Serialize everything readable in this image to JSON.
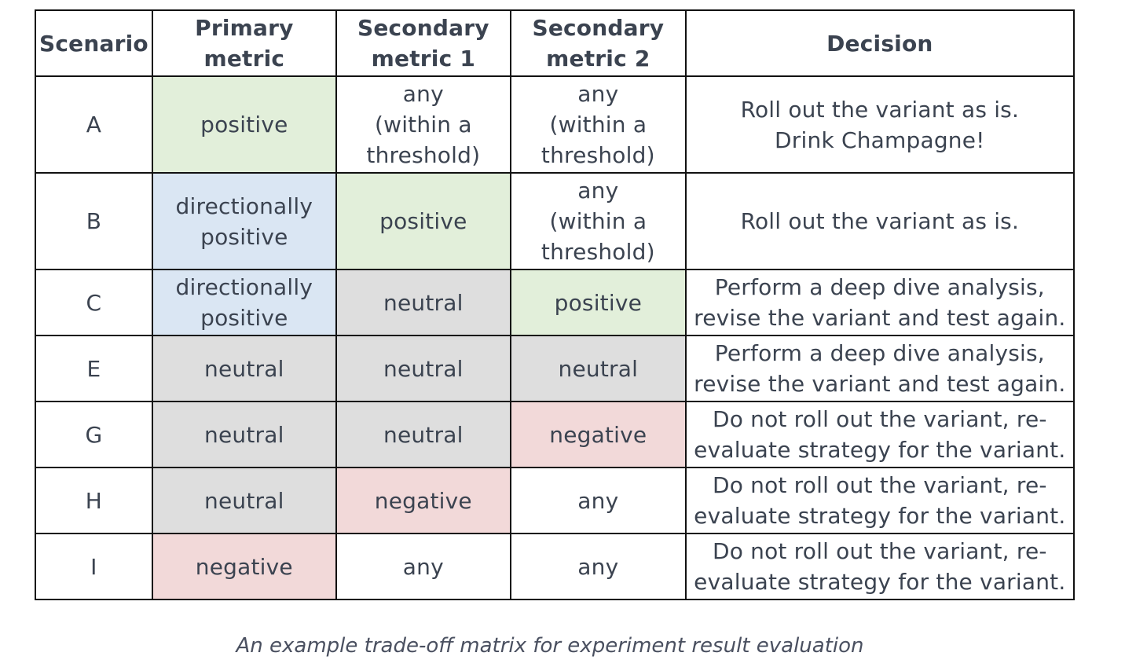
{
  "colors": {
    "positive": "#e2efda",
    "directionally_positive": "#dae6f3",
    "neutral": "#dedede",
    "negative": "#f2d9d9",
    "none": "#ffffff"
  },
  "table": {
    "headers": [
      "Scenario",
      "Primary metric",
      "Secondary\nmetric 1",
      "Secondary\nmetric 2",
      "Decision"
    ],
    "rows": [
      {
        "scenario": "A",
        "primary": {
          "text": "positive",
          "tone": "positive"
        },
        "secondary1": {
          "text": "any\n(within a\nthreshold)",
          "tone": "none"
        },
        "secondary2": {
          "text": "any\n(within a\nthreshold)",
          "tone": "none"
        },
        "decision": "Roll out the variant as is.\nDrink Champagne!"
      },
      {
        "scenario": "B",
        "primary": {
          "text": "directionally\npositive",
          "tone": "directionally_positive"
        },
        "secondary1": {
          "text": "positive",
          "tone": "positive"
        },
        "secondary2": {
          "text": "any\n(within a\nthreshold)",
          "tone": "none"
        },
        "decision": "Roll out the variant as is."
      },
      {
        "scenario": "C",
        "primary": {
          "text": "directionally\npositive",
          "tone": "directionally_positive"
        },
        "secondary1": {
          "text": "neutral",
          "tone": "neutral"
        },
        "secondary2": {
          "text": "positive",
          "tone": "positive"
        },
        "decision": "Perform a deep dive analysis,\nrevise the variant and test again."
      },
      {
        "scenario": "E",
        "primary": {
          "text": "neutral",
          "tone": "neutral"
        },
        "secondary1": {
          "text": "neutral",
          "tone": "neutral"
        },
        "secondary2": {
          "text": "neutral",
          "tone": "neutral"
        },
        "decision": "Perform a deep dive analysis,\nrevise the variant and test again."
      },
      {
        "scenario": "G",
        "primary": {
          "text": "neutral",
          "tone": "neutral"
        },
        "secondary1": {
          "text": "neutral",
          "tone": "neutral"
        },
        "secondary2": {
          "text": "negative",
          "tone": "negative"
        },
        "decision": "Do not roll out the variant, re-\nevaluate strategy for the variant."
      },
      {
        "scenario": "H",
        "primary": {
          "text": "neutral",
          "tone": "neutral"
        },
        "secondary1": {
          "text": "negative",
          "tone": "negative"
        },
        "secondary2": {
          "text": "any",
          "tone": "none"
        },
        "decision": "Do not roll out the variant, re-\nevaluate strategy for the variant."
      },
      {
        "scenario": "I",
        "primary": {
          "text": "negative",
          "tone": "negative"
        },
        "secondary1": {
          "text": "any",
          "tone": "none"
        },
        "secondary2": {
          "text": "any",
          "tone": "none"
        },
        "decision": "Do not roll out the variant, re-\nevaluate strategy for the variant."
      }
    ]
  },
  "caption": "An example trade-off matrix for experiment result evaluation"
}
